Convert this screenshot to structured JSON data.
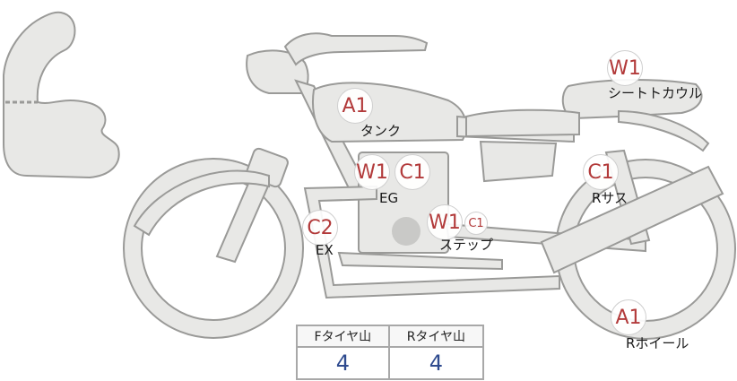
{
  "parts": {
    "tank": {
      "code": "A1",
      "name": "タンク"
    },
    "seat_cowl": {
      "code": "W1",
      "name": "シートトカウル"
    },
    "engine": {
      "code_w": "W1",
      "code_c": "C1",
      "name": "EG"
    },
    "rear_suspension": {
      "code": "C1",
      "name": "Rサス"
    },
    "exhaust": {
      "code": "C2",
      "name": "EX"
    },
    "step": {
      "code_w": "W1",
      "code_c": "C1",
      "name": "ステップ"
    },
    "rear_wheel": {
      "code": "A1",
      "name": "Rホイール"
    }
  },
  "tire_tread": {
    "headers": [
      "Fタイヤ山",
      "Rタイヤ山"
    ],
    "values": [
      "4",
      "4"
    ]
  }
}
